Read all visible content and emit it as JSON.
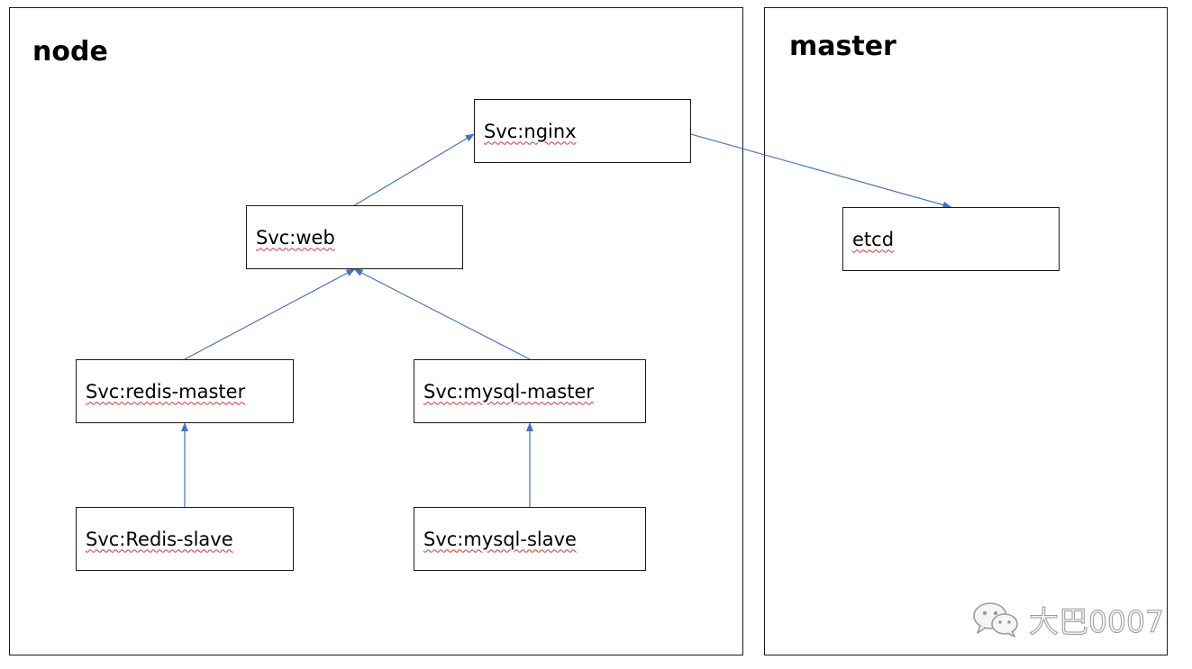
{
  "panels": {
    "node": {
      "title": "node"
    },
    "master": {
      "title": "master"
    }
  },
  "nodes": {
    "nginx": "Svc:nginx",
    "web": "Svc:web",
    "redis_master": "Svc:redis-master",
    "mysql_master": "Svc:mysql-master",
    "redis_slave": "Svc:Redis-slave",
    "mysql_slave": "Svc:mysql-slave",
    "etcd": "etcd"
  },
  "edges": [
    {
      "from": "web",
      "to": "nginx"
    },
    {
      "from": "redis_master",
      "to": "web"
    },
    {
      "from": "mysql_master",
      "to": "web"
    },
    {
      "from": "redis_slave",
      "to": "redis_master"
    },
    {
      "from": "mysql_slave",
      "to": "mysql_master"
    },
    {
      "from": "nginx",
      "to": "etcd"
    }
  ],
  "colors": {
    "edge": "#4472c4",
    "border": "#1a1a1a",
    "spellcheck_underline": "#e03030"
  },
  "watermark": {
    "icon": "wechat-icon",
    "text": "大巴0007"
  }
}
